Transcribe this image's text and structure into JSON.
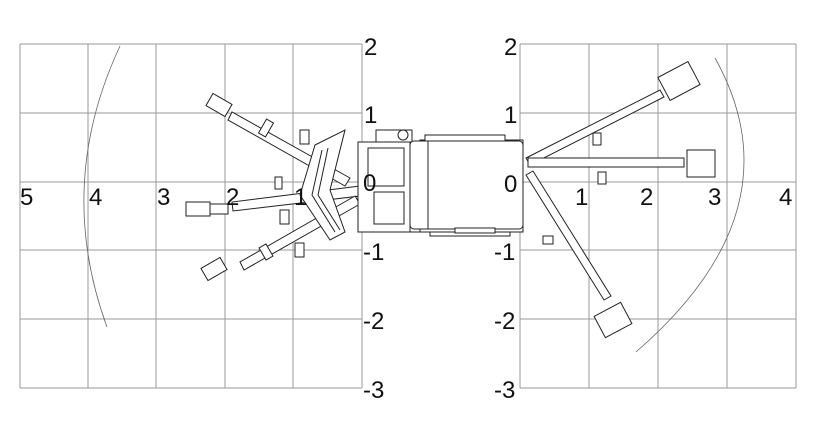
{
  "diagram": {
    "title": "Drill rig boom coverage, plan view",
    "left_view": {
      "x_labels": [
        "5",
        "4",
        "3",
        "2",
        "1",
        "0"
      ],
      "y_labels": [
        "2",
        "1",
        "-1",
        "-2",
        "-3"
      ]
    },
    "right_view": {
      "x_labels": [
        "0",
        "1",
        "2",
        "3",
        "4"
      ],
      "y_labels": [
        "2",
        "1",
        "-1",
        "-2",
        "-3"
      ]
    },
    "line_color": "#222222",
    "grid_color": "#9a9a9a"
  }
}
